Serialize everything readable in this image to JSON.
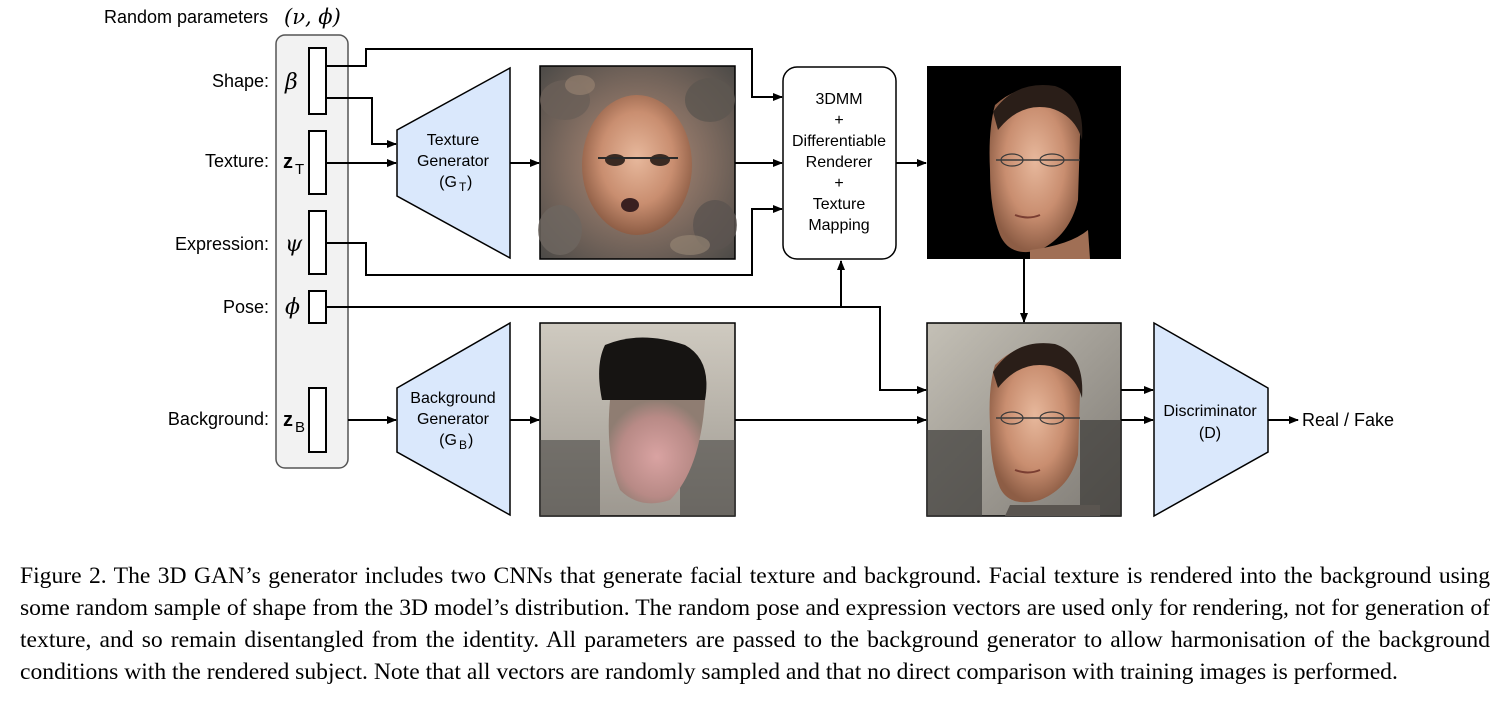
{
  "header": {
    "text": "Random parameters",
    "symbols": "(ν, ϕ)"
  },
  "params": [
    {
      "label": "Shape:",
      "symbol": "β"
    },
    {
      "label": "Texture:",
      "symbol": "z",
      "sub": "T"
    },
    {
      "label": "Expression:",
      "symbol": "ψ"
    },
    {
      "label": "Pose:",
      "symbol": "ϕ"
    },
    {
      "label": "Background:",
      "symbol": "z",
      "sub": "B"
    }
  ],
  "texture_generator": {
    "line1": "Texture",
    "line2": "Generator",
    "line3": "(G",
    "sub": "T",
    "close": ")"
  },
  "background_generator": {
    "line1": "Background",
    "line2": "Generator",
    "line3": "(G",
    "sub": "B",
    "close": ")"
  },
  "renderer": {
    "lines": [
      "3DMM",
      "+",
      "Differentiable",
      "Renderer",
      "+",
      "Texture",
      "Mapping"
    ]
  },
  "discriminator": {
    "line1": "Discriminator",
    "line2": "(D)"
  },
  "output": "Real / Fake",
  "colors": {
    "trapezoid_fill": "#dae8fc",
    "panel_fill": "#f2f2f2"
  },
  "caption": "Figure 2. The 3D GAN’s generator includes two CNNs that generate facial texture and background. Facial texture is rendered into the background using some random sample of shape from the 3D model’s distribution. The random pose and expression vectors are used only for rendering, not for generation of texture, and so remain disentangled from the identity. All parameters are passed to the background generator to allow harmonisation of the background conditions with the rendered subject. Note that all vectors are randomly sampled and that no direct comparison with training images is performed."
}
